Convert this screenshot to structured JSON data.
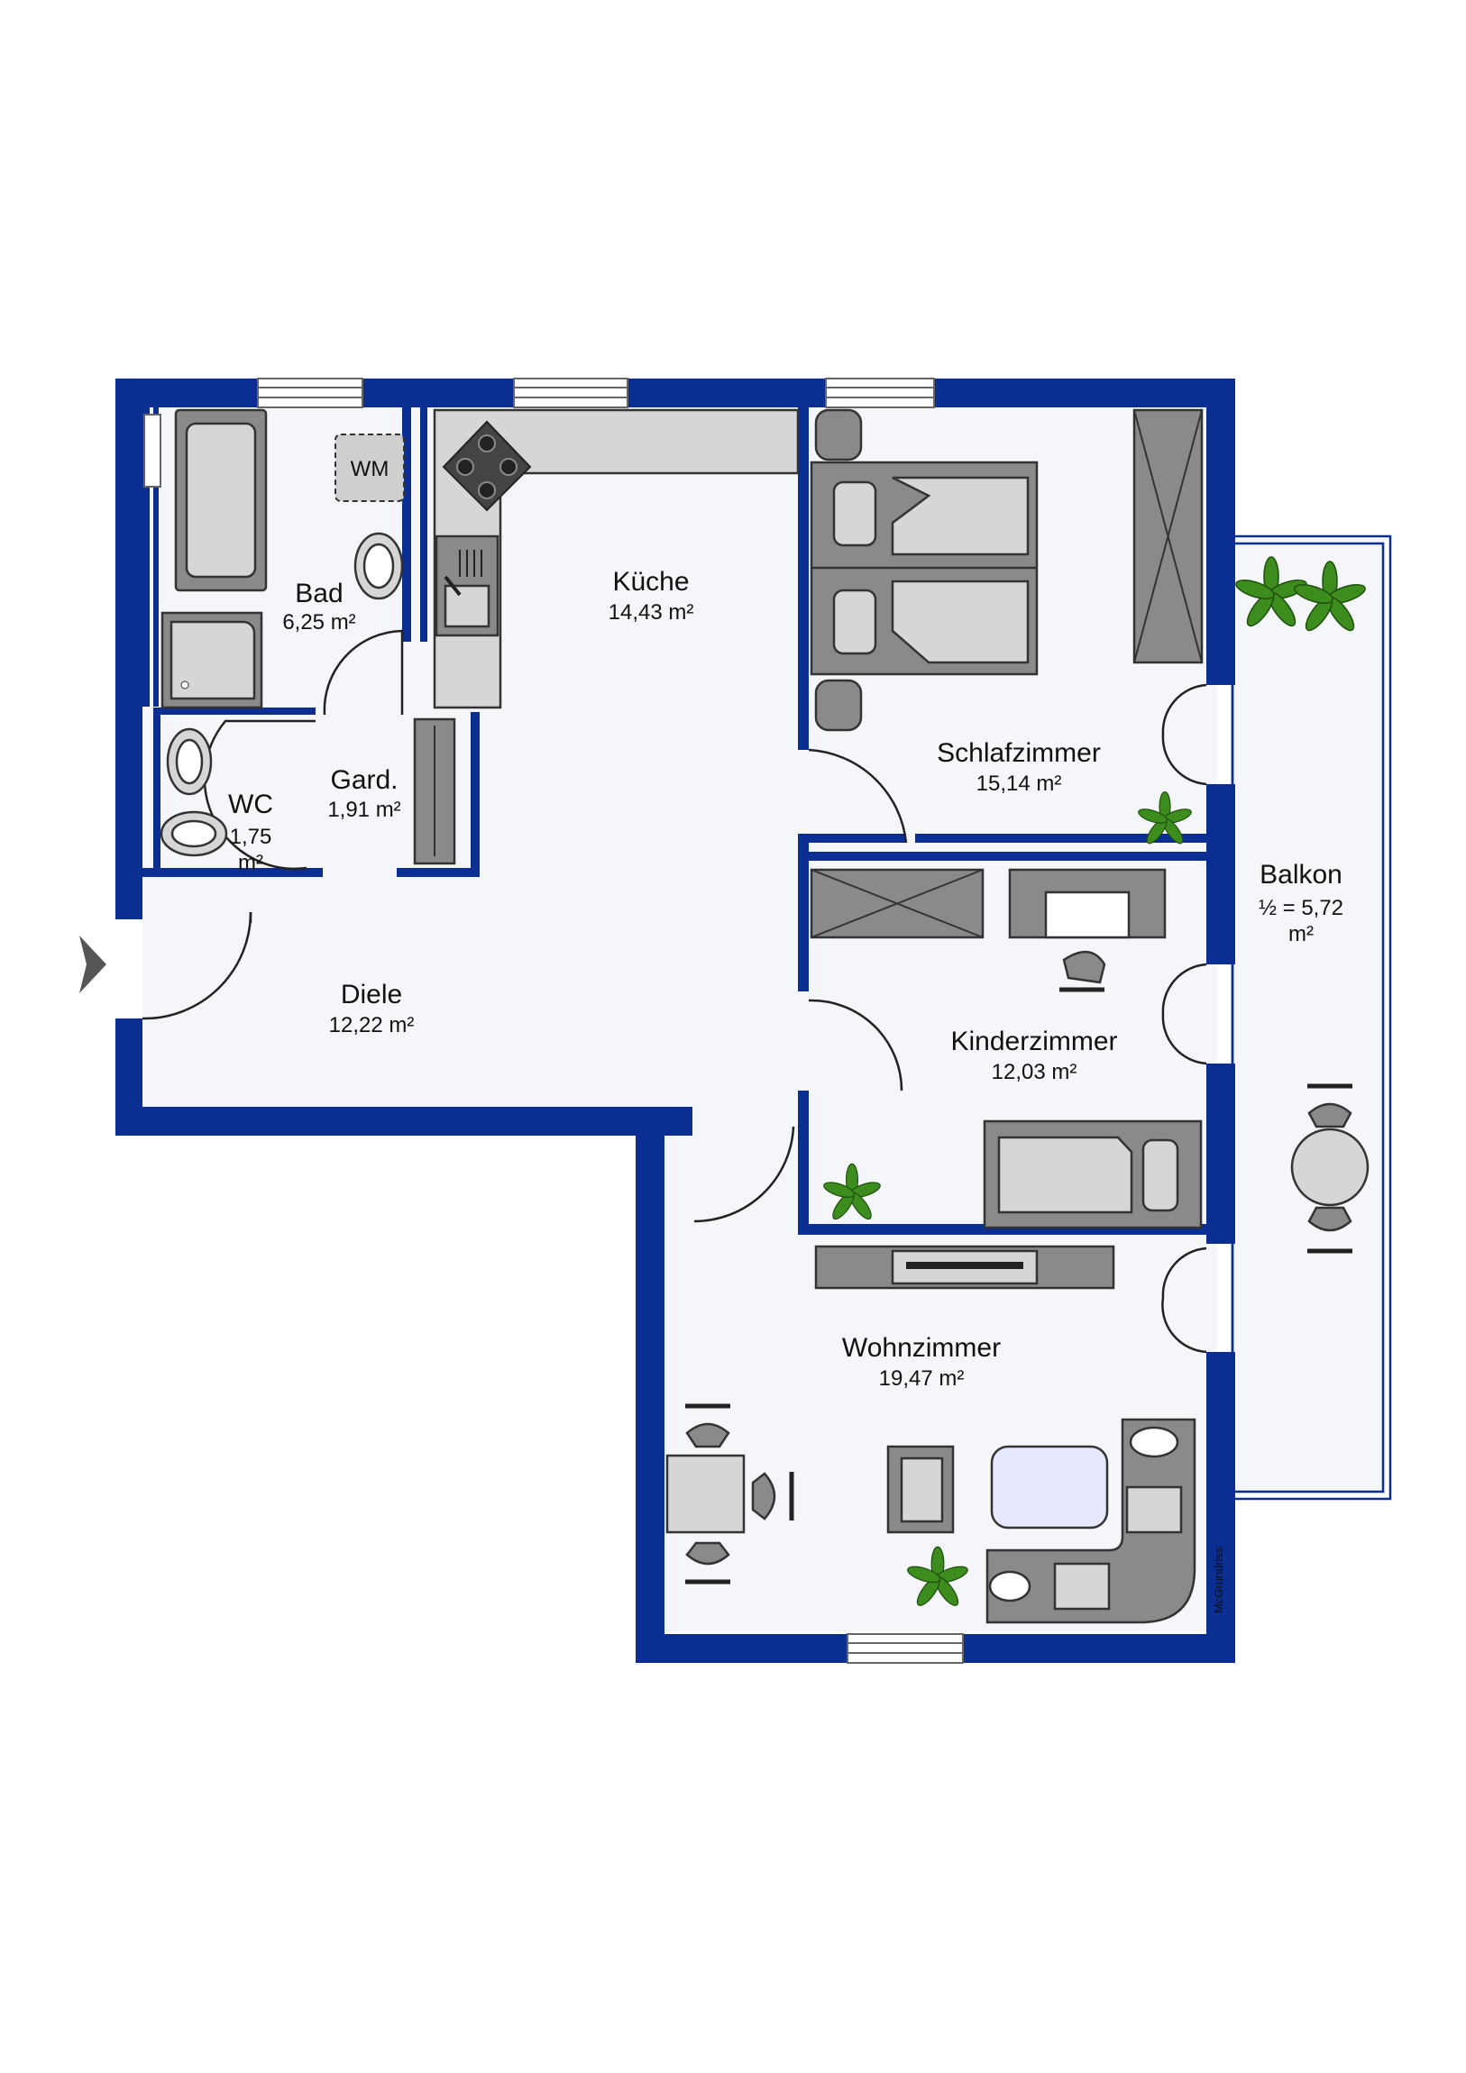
{
  "rooms": [
    {
      "key": "bad",
      "name": "Bad",
      "area": "6,25 m²"
    },
    {
      "key": "kueche",
      "name": "Küche",
      "area": "14,43 m²"
    },
    {
      "key": "schlafzimmer",
      "name": "Schlafzimmer",
      "area": "15,14 m²"
    },
    {
      "key": "gard",
      "name": "Gard.",
      "area": "1,91 m²"
    },
    {
      "key": "wc",
      "name": "WC",
      "area_line1": "1,75",
      "area_line2": "m²"
    },
    {
      "key": "balkon",
      "name": "Balkon",
      "area_line1": "½ = 5,72",
      "area_line2": "m²"
    },
    {
      "key": "diele",
      "name": "Diele",
      "area": "12,22 m²"
    },
    {
      "key": "kinderzimmer",
      "name": "Kinderzimmer",
      "area": "12,03 m²"
    },
    {
      "key": "wohnzimmer",
      "name": "Wohnzimmer",
      "area": "19,47 m²"
    }
  ],
  "fixtures": {
    "washing_machine_label": "WM"
  },
  "credit": "McGrundriss",
  "colors": {
    "wall": "#0a2e91",
    "floor": "#f5f6f9",
    "furniture": "#8a8a8a",
    "plant": "#3d8c1e"
  }
}
